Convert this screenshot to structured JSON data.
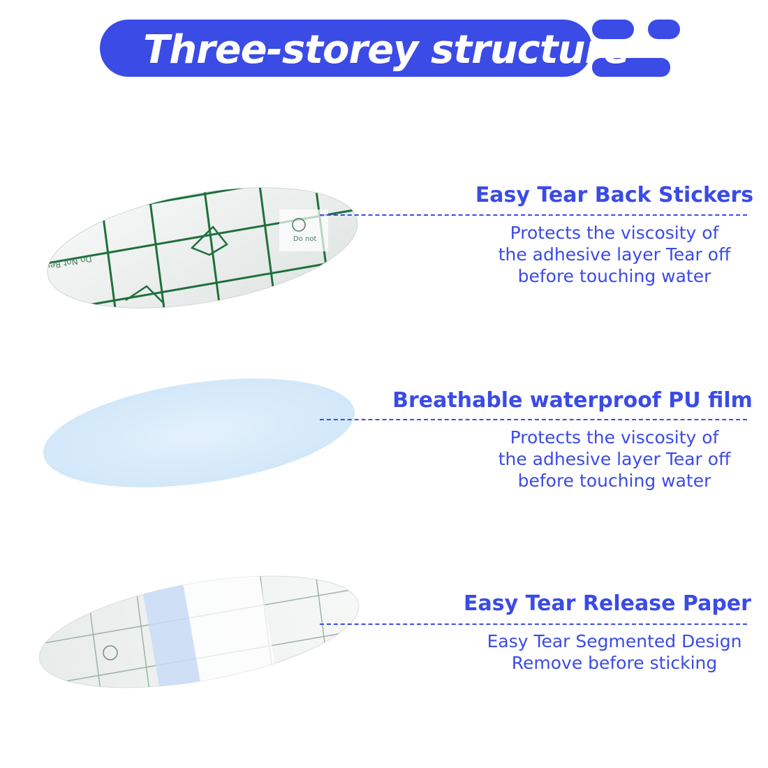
{
  "title": "Three-storey structure",
  "colors": {
    "accent": "#3b4be6",
    "banner": "#3b4be6",
    "film": "#d6ecfb",
    "grid_green": "#1f6f3d"
  },
  "layers": [
    {
      "title": "Easy Tear Back Stickers",
      "description": [
        "Protects the viscosity of",
        "the adhesive layer Tear off",
        "before touching water"
      ]
    },
    {
      "title": "Breathable waterproof PU film",
      "description": [
        "Protects the viscosity of",
        "the adhesive layer Tear off",
        "before touching water"
      ]
    },
    {
      "title": "Easy Tear Release Paper",
      "description": [
        "Easy Tear Segmented Design",
        "Remove before sticking"
      ]
    }
  ]
}
